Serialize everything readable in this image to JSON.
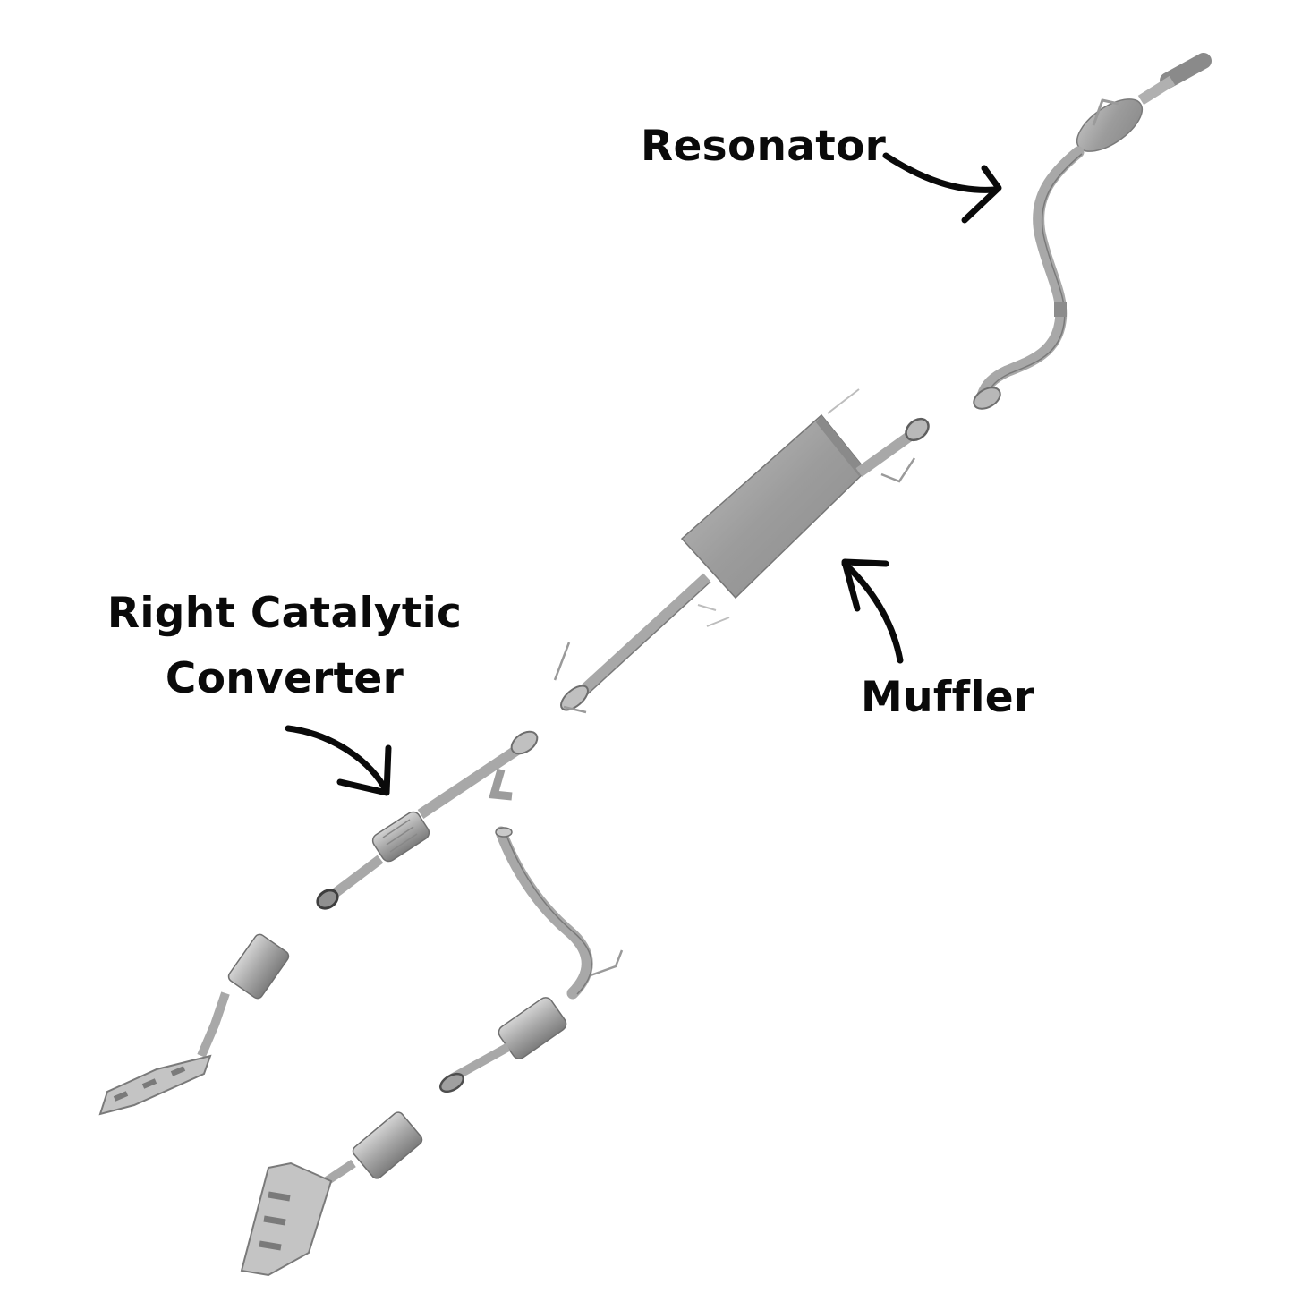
{
  "labels": {
    "resonator": "Resonator",
    "muffler": "Muffler",
    "right_catalytic_line1": "Right Catalytic",
    "right_catalytic_line2": "Converter"
  },
  "colors": {
    "background": "#ffffff",
    "text": "#0a0a0a",
    "arrow": "#0a0a0a",
    "pipe": "#a8a8a8",
    "pipe_edge": "#7a7a7a",
    "muffler_body": "#9e9e9e"
  }
}
